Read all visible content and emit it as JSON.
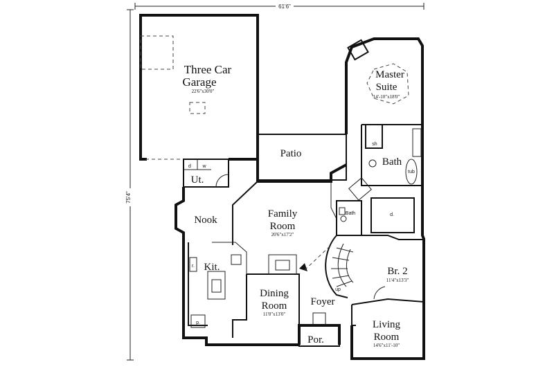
{
  "dimensions": {
    "width_label": "61'6\"",
    "depth_label": "75'4\""
  },
  "rooms": {
    "garage": {
      "name_line1": "Three Car",
      "name_line2": "Garage",
      "size": "22'6\"x30'0\""
    },
    "patio": {
      "name": "Patio"
    },
    "master_suite": {
      "name_line1": "Master",
      "name_line2": "Suite",
      "size": "14'-10\"x18'0\""
    },
    "bath": {
      "name": "Bath"
    },
    "bath_small": {
      "name": "Bath"
    },
    "utility": {
      "name": "Ut."
    },
    "nook": {
      "name": "Nook"
    },
    "family_room": {
      "name_line1": "Family",
      "name_line2": "Room",
      "size": "20'6\"x17'2\""
    },
    "kitchen": {
      "name": "Kit."
    },
    "dining_room": {
      "name_line1": "Dining",
      "name_line2": "Room",
      "size": "11'0\"x13'0\""
    },
    "foyer": {
      "name": "Foyer"
    },
    "bedroom2": {
      "name": "Br. 2",
      "size": "11'4\"x13'3\""
    },
    "living_room": {
      "name_line1": "Living",
      "name_line2": "Room",
      "size": "14'6\"x11'-10\""
    },
    "porch": {
      "name": "Por."
    }
  },
  "fixtures": {
    "dryer": "d",
    "washer": "w",
    "shower": "sh",
    "tub": "tub",
    "closet_d": "d.",
    "pantry": "p.",
    "refrigerator": "r.",
    "stairs_up": "up"
  }
}
